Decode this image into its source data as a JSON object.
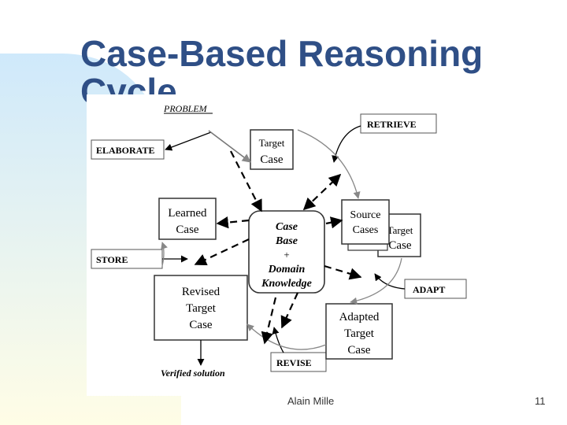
{
  "slide": {
    "title_line1": "Case-Based Reasoning",
    "title_line2": "Cycle",
    "footer_author": "Alain Mille",
    "page_number": "11",
    "colors": {
      "title": "#2f4f86",
      "band_top": "#cfe9fb",
      "band_bottom": "#fffde6",
      "blob": "#ffffff"
    }
  },
  "diagram": {
    "problem": "PROBLEM",
    "steps": {
      "retrieve": "RETRIEVE",
      "elaborate": "ELABORATE",
      "store": "STORE",
      "adapt": "ADAPT",
      "revise": "REVISE"
    },
    "target_case": [
      "Target",
      "Case"
    ],
    "learned_case": [
      "Learned",
      "Case"
    ],
    "source_cases": [
      "Source",
      "Cases"
    ],
    "source_target_case": [
      "Target",
      "Case"
    ],
    "case_base": [
      "Case",
      "Base",
      "+",
      "Domain",
      "Knowledge"
    ],
    "revised_target_case": [
      "Revised",
      "Target",
      "Case"
    ],
    "adapted_target_case": [
      "Adapted",
      "Target",
      "Case"
    ],
    "verified_solution": "Verified solution"
  }
}
